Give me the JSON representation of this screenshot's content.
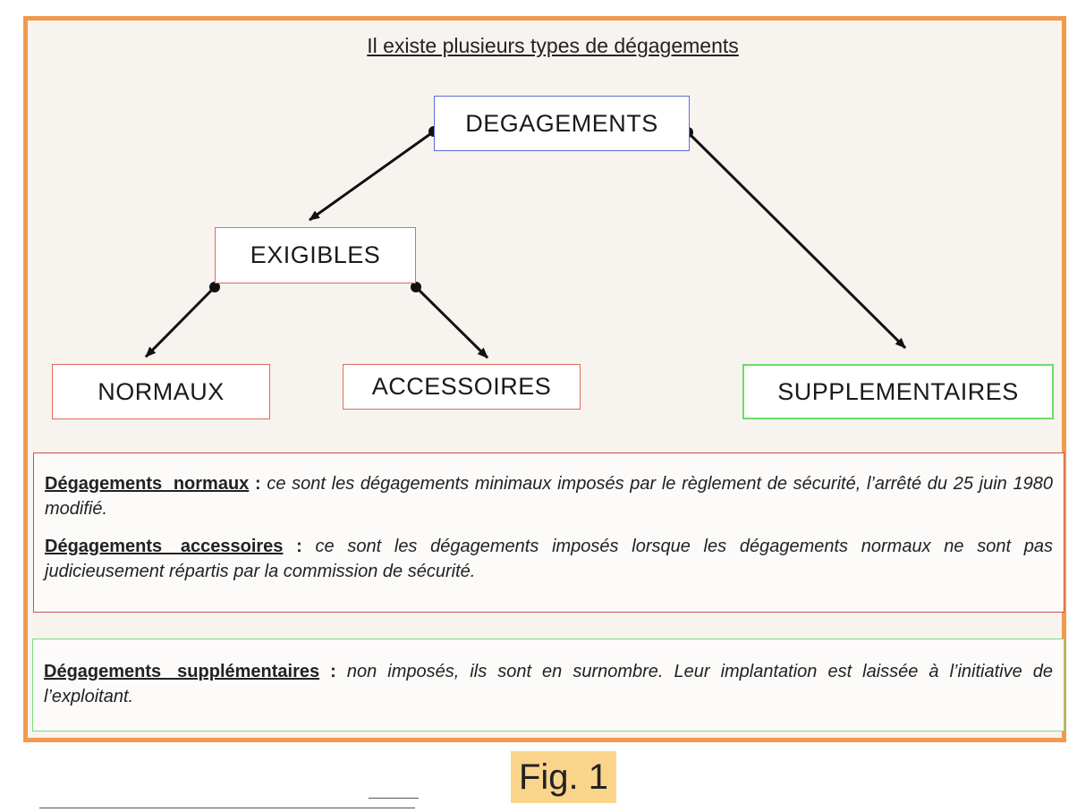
{
  "title": "Il existe plusieurs types de dégagements",
  "nodes": {
    "root": "DEGAGEMENTS",
    "exigibles": "EXIGIBLES",
    "normaux": "NORMAUX",
    "accessoires": "ACCESSOIRES",
    "supplementaires": "SUPPLEMENTAIRES"
  },
  "definitions": {
    "normaux": {
      "term": "Dégagements normaux",
      "sep": " : ",
      "text": "ce sont les dégagements minimaux imposés par le règlement de sécurité, l’arrêté du 25 juin 1980 modifié."
    },
    "accessoires": {
      "term": "Dégagements accessoires",
      "sep": " : ",
      "text": "ce sont les dégagements imposés lorsque les dégagements normaux ne sont pas judicieusement répartis par la commission de sécurité."
    },
    "supplementaires": {
      "term": "Dégagements supplémentaires",
      "sep": " : ",
      "text": "non imposés, ils sont en surnombre. Leur implantation est laissée à l’initiative de l’exploitant."
    }
  },
  "caption": "Fig. 1",
  "colors": {
    "frame": "#ef9a4c",
    "root_border": "#5f6bd6",
    "exigible_border": "#e06b5a",
    "supplementaire_border": "#6bdb6b",
    "caption_bg": "#fbd48c"
  }
}
